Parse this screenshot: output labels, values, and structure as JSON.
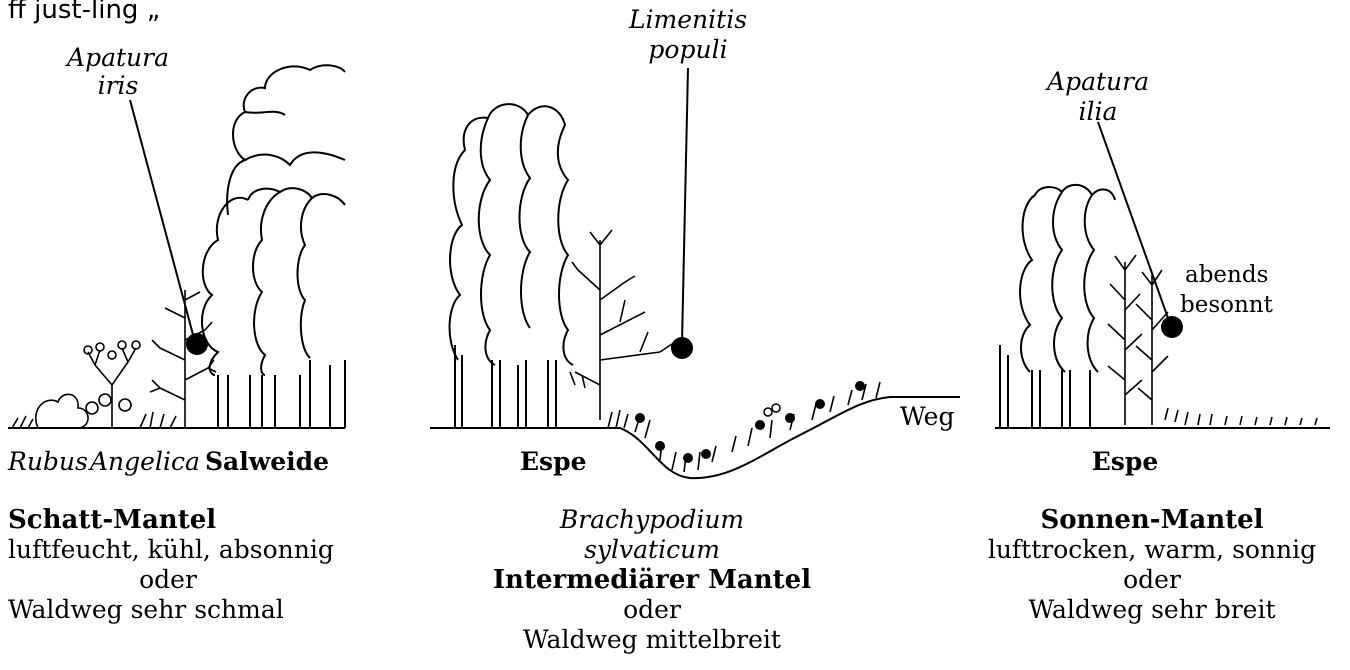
{
  "top_fragment": "ff just-ling „",
  "left": {
    "species_line1": "Apatura",
    "species_line2": "iris",
    "plant_rubus": "Rubus",
    "plant_angelica": "Angelica",
    "plant_salweide": "Salweide",
    "mantle_title": "Schatt-Mantel",
    "desc_line1": "luftfeucht, kühl, absonnig",
    "desc_line2": "oder",
    "desc_line3": "Waldweg sehr schmal"
  },
  "middle": {
    "species_line1": "Limenitis",
    "species_line2": "populi",
    "path_label": "Weg",
    "tree_label": "Espe",
    "grass_line1": "Brachypodium",
    "grass_line2": "sylvaticum",
    "mantle_title": "Intermediärer Mantel",
    "desc_line1": "oder",
    "desc_line2": "Waldweg mittelbreit"
  },
  "right": {
    "species_line1": "Apatura",
    "species_line2": "ilia",
    "note_line1": "abends",
    "note_line2": "besonnt",
    "tree_label": "Espe",
    "mantle_title": "Sonnen-Mantel",
    "desc_line1": "lufttrocken, warm, sonnig",
    "desc_line2": "oder",
    "desc_line3": "Waldweg sehr breit"
  }
}
